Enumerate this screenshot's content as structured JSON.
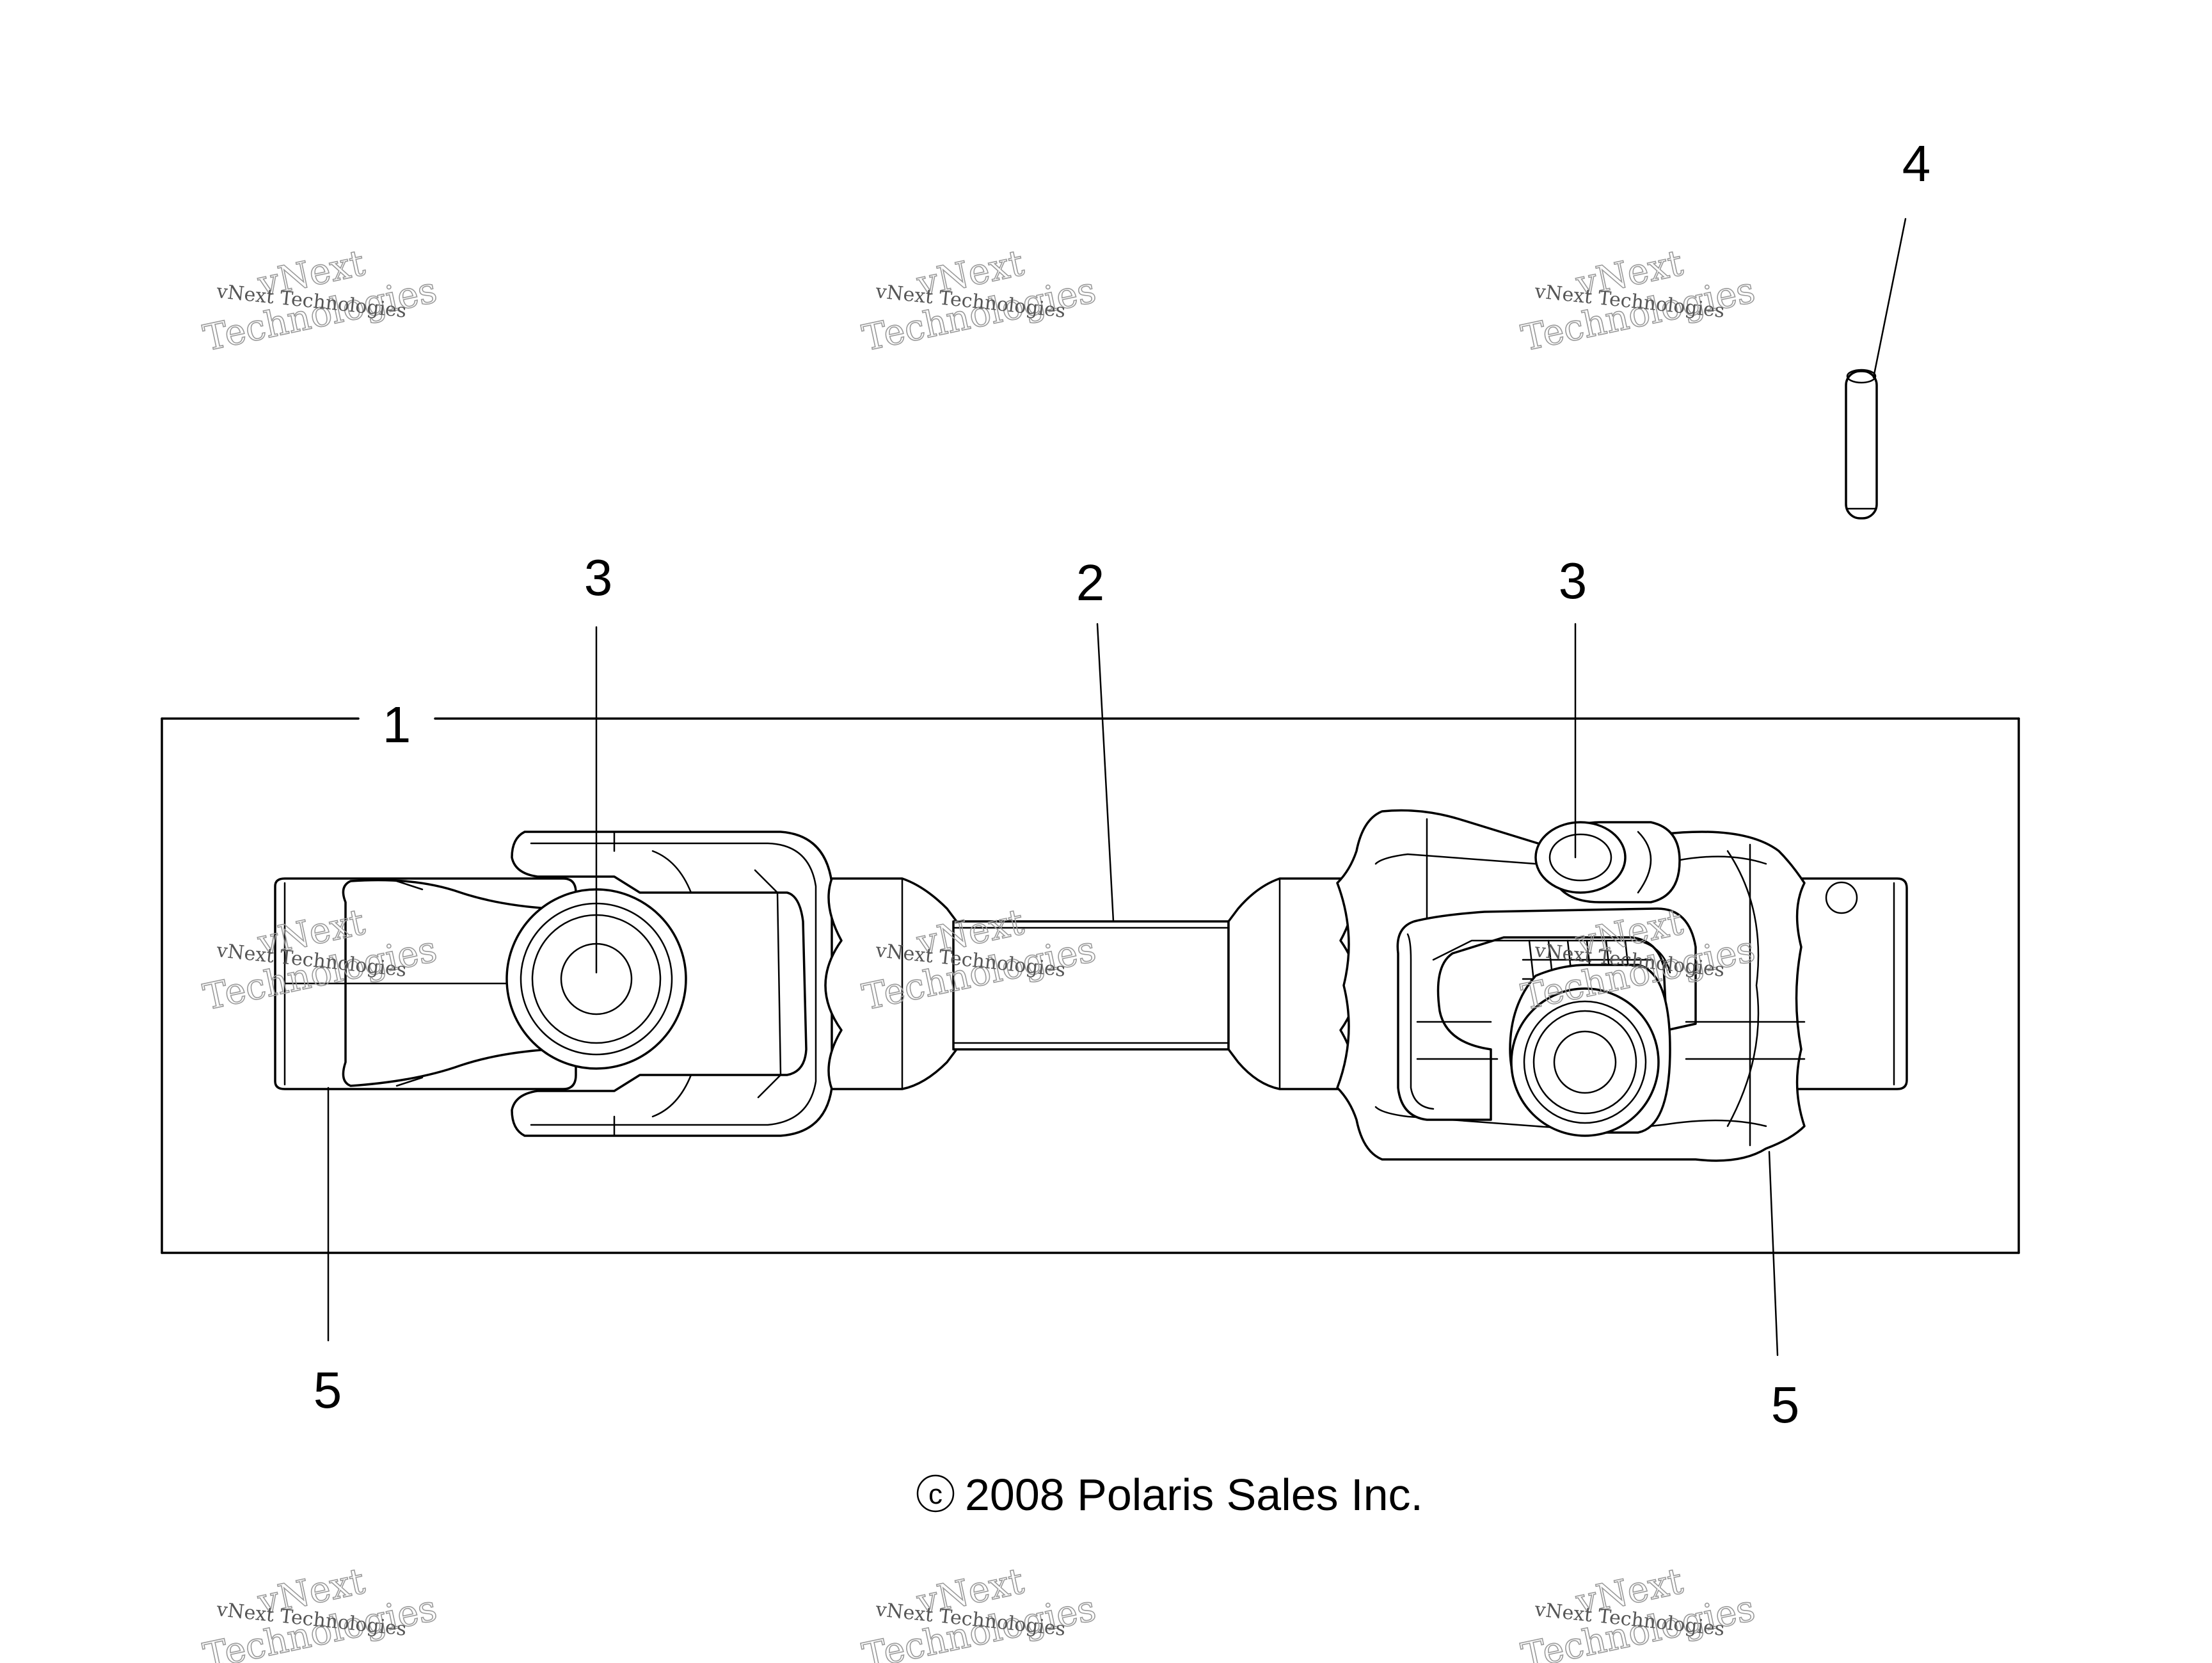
{
  "callouts": {
    "c1": "1",
    "c2": "2",
    "c3a": "3",
    "c3b": "3",
    "c4": "4",
    "c5a": "5",
    "c5b": "5"
  },
  "copyright": {
    "symbol": "c",
    "text": "2008 Polaris Sales Inc."
  },
  "watermark": {
    "line1": "vNext",
    "line2": "Technologies",
    "small": "vNext Technologies"
  }
}
